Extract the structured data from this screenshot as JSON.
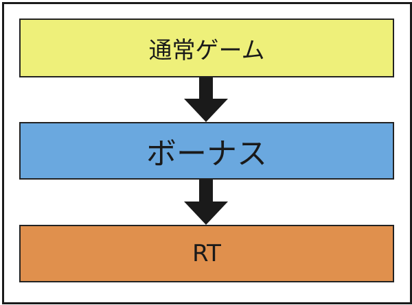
{
  "steps": [
    {
      "label": "通常ゲーム",
      "color": "#eef07a"
    },
    {
      "label": "ボーナス",
      "color": "#6aa8df"
    },
    {
      "label": "RT",
      "color": "#e0904d"
    }
  ],
  "arrow_color": "#1a1a1a"
}
